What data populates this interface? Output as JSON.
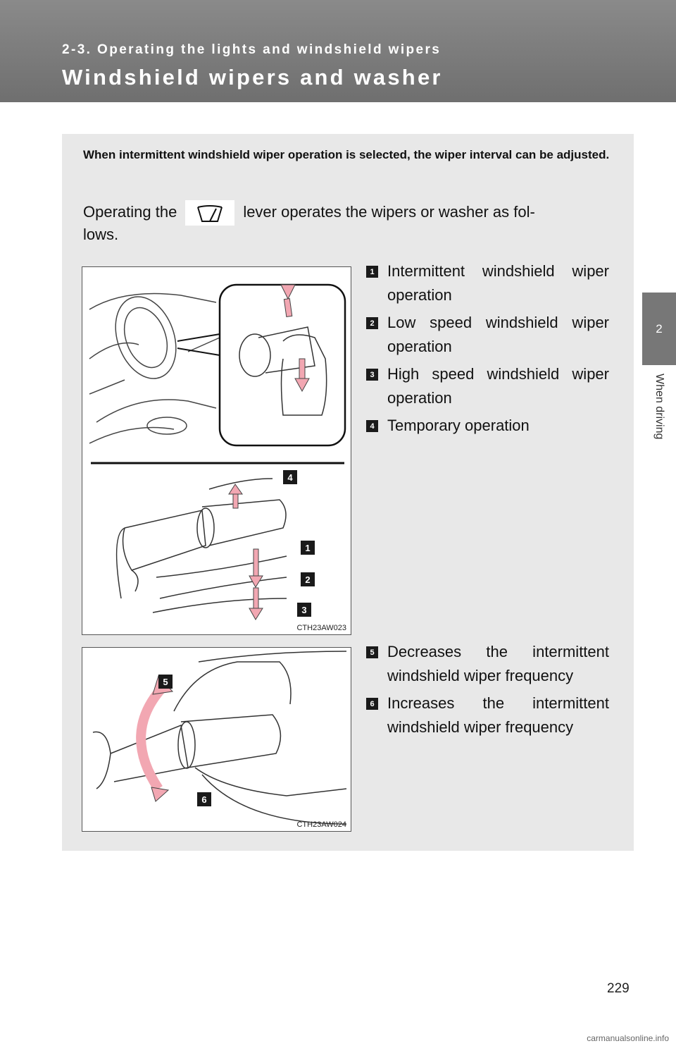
{
  "header": {
    "section": "2-3. Operating the lights and windshield wipers",
    "title": "Windshield wipers and washer"
  },
  "side_tab": {
    "number": "2",
    "label": "When driving"
  },
  "intro": {
    "bold_text": "When intermittent windshield wiper operation is selected, the wiper interval can be adjusted.",
    "operating_before": "Operating the",
    "operating_after": "lever operates the wipers or washer as fol-",
    "operating_cont": "lows."
  },
  "figure1": {
    "code": "CTH23AW023",
    "callouts": [
      "4",
      "1",
      "2",
      "3"
    ],
    "legend": [
      {
        "num": "1",
        "text": "Intermittent windshield wiper operation"
      },
      {
        "num": "2",
        "text": "Low speed windshield wiper operation"
      },
      {
        "num": "3",
        "text": "High speed windshield wiper operation"
      },
      {
        "num": "4",
        "text": "Temporary operation"
      }
    ]
  },
  "figure2": {
    "code": "CTH23AW024",
    "callouts": [
      "5",
      "6"
    ],
    "legend": [
      {
        "num": "5",
        "text": "Decreases the intermittent windshield wiper frequency"
      },
      {
        "num": "6",
        "text": "Increases the intermittent windshield wiper frequency"
      }
    ]
  },
  "page_number": "229",
  "watermark": "carmanualsonline.info",
  "colors": {
    "header_bg": "#767676",
    "content_bg": "#e8e8e8",
    "arrow_pink": "#f2a7b2",
    "badge": "#1a1a1a"
  }
}
